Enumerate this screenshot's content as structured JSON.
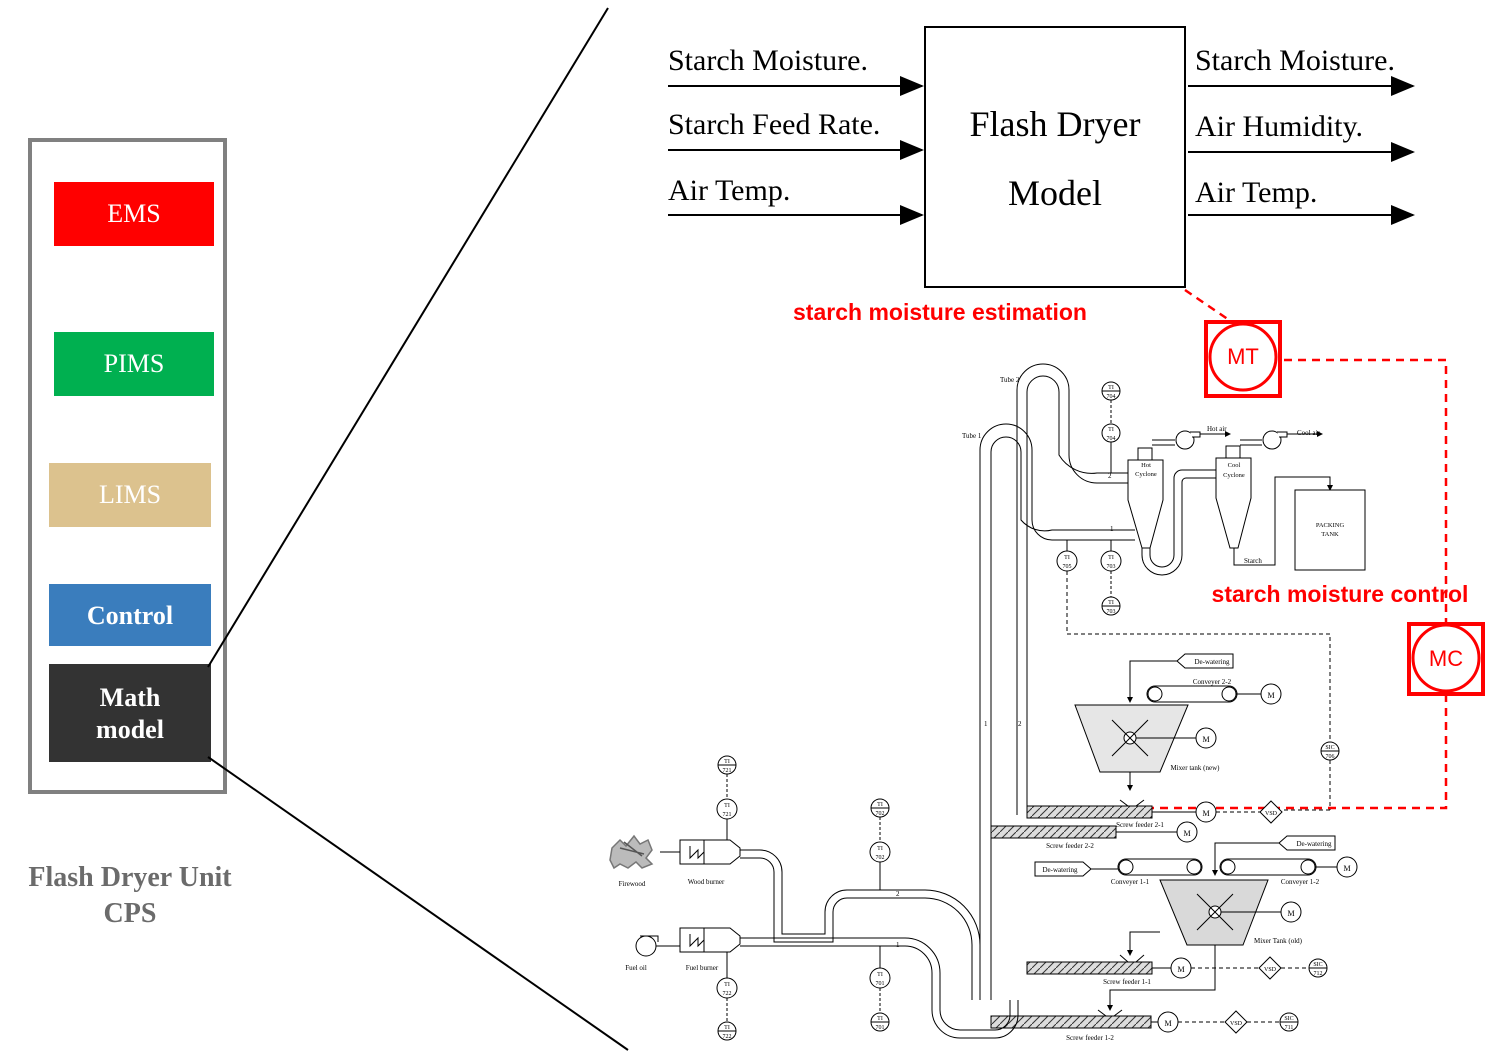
{
  "cps_panel": {
    "layers": [
      {
        "label": "EMS",
        "color": "#ff0000",
        "text_color": "#ffffff"
      },
      {
        "label": "PIMS",
        "color": "#00b050",
        "text_color": "#ffffff"
      },
      {
        "label": "LIMS",
        "color": "#dcc28e",
        "text_color": "#ffffff"
      },
      {
        "label": "Control",
        "color": "#3a7dbd",
        "text_color": "#ffffff"
      },
      {
        "label": "Math",
        "label2": "model",
        "color": "#333333",
        "text_color": "#ffffff"
      }
    ],
    "caption_line1": "Flash Dryer Unit",
    "caption_line2": "CPS"
  },
  "model_block": {
    "title_line1": "Flash Dryer",
    "title_line2": "Model",
    "inputs": [
      "Starch Moisture.",
      "Starch Feed Rate.",
      "Air Temp."
    ],
    "outputs": [
      "Starch Moisture.",
      "Air Humidity.",
      "Air Temp."
    ]
  },
  "annotations": {
    "estimation": "starch moisture estimation",
    "control": "starch moisture control",
    "mt": "MT",
    "mc": "MC",
    "accent_color": "#ff0000"
  },
  "process": {
    "tube2": "Tube 2",
    "tube1": "Tube 1",
    "hot_air": "Hot air",
    "cool_air": "Cool air",
    "hot_cyclone_1": "Hot",
    "hot_cyclone_2": "Cyclone",
    "cool_cyclone_1": "Cool",
    "cool_cyclone_2": "Cyclone",
    "packing_1": "PACKING",
    "packing_2": "TANK",
    "starch": "Starch",
    "dewatering": "De-watering",
    "conveyer_2_2": "Conveyer 2-2",
    "conveyer_1_1": "Conveyer 1-1",
    "conveyer_1_2": "Conveyer 1-2",
    "mixer_new": "Mixer tank (new)",
    "mixer_old": "Mixer Tank (old)",
    "screw_2_1": "Screw feeder 2-1",
    "screw_2_2": "Screw feeder 2-2",
    "screw_1_1": "Screw feeder 1-1",
    "screw_1_2": "Screw feeder 1-2",
    "firewood": "Firewood",
    "wood_burner": "Wood burner",
    "fuel_oil": "Fuel oil",
    "fuel_burner": "Fuel burner",
    "motor": "M",
    "vsd": "VSD",
    "line_1": "1",
    "line_2": "2",
    "ti": "TI",
    "tag_704": "704",
    "tag_703": "703",
    "tag_705": "705",
    "tag_721": "721",
    "tag_722": "722",
    "tag_702": "702",
    "tag_701": "701",
    "sic": "SIC",
    "tag_706": "706",
    "tag_712": "712",
    "tag_711": "711"
  }
}
